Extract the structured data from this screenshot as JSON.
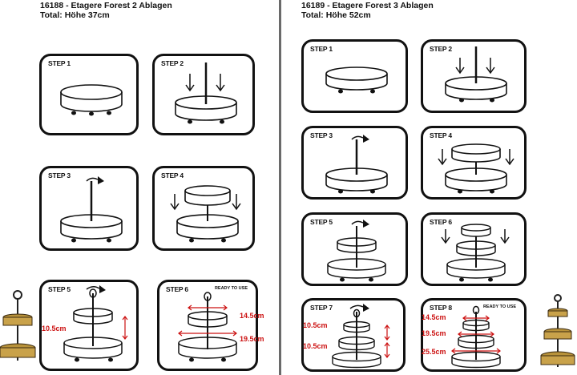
{
  "left": {
    "title": "16188 - Etagere Forest 2 Ablagen",
    "total": "Total: Höhe 37cm",
    "steps": [
      "STEP 1",
      "STEP 2",
      "STEP 3",
      "STEP 4",
      "STEP 5",
      "STEP 6"
    ],
    "ready": "READY TO USE",
    "measures": {
      "m1": "10.5cm",
      "m2": "14.5cm",
      "m3": "19.5cm"
    }
  },
  "right": {
    "title": "16189 - Etagere Forest 3 Ablagen",
    "total": "Total: Höhe 52cm",
    "steps": [
      "STEP 1",
      "STEP 2",
      "STEP 3",
      "STEP 4",
      "STEP 5",
      "STEP 6",
      "STEP 7",
      "STEP 8"
    ],
    "ready": "READY TO USE",
    "measures": {
      "m1": "10.5cm",
      "m2": "10.5cm",
      "m3": "14.5cm",
      "m4": "19.5cm",
      "m5": "25.5cm"
    }
  },
  "colors": {
    "measure": "#cc1111",
    "divider": "#6a6a6a",
    "gold": "#b8923a"
  }
}
